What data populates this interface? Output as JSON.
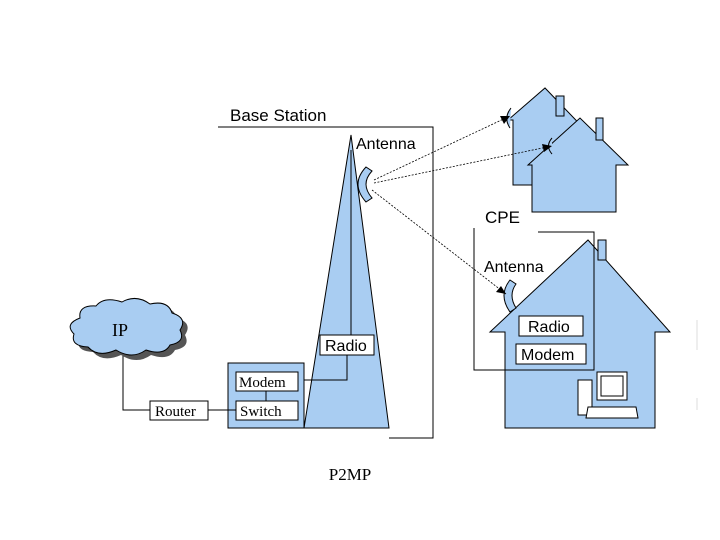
{
  "base_station": {
    "title": "Base Station",
    "antenna_label": "Antenna",
    "radio_label": "Radio",
    "modem_label": "Modem",
    "switch_label": "Switch"
  },
  "cpe": {
    "title": "CPE",
    "antenna_label": "Antenna",
    "radio_label": "Radio",
    "modem_label": "Modem"
  },
  "network": {
    "cloud_label": "IP",
    "router_label": "Router"
  },
  "caption": "P2MP",
  "colors": {
    "fill": "#a9cdf2",
    "stroke": "#000000",
    "box_fill": "#ffffff",
    "cloud_shadow": "#555555"
  }
}
